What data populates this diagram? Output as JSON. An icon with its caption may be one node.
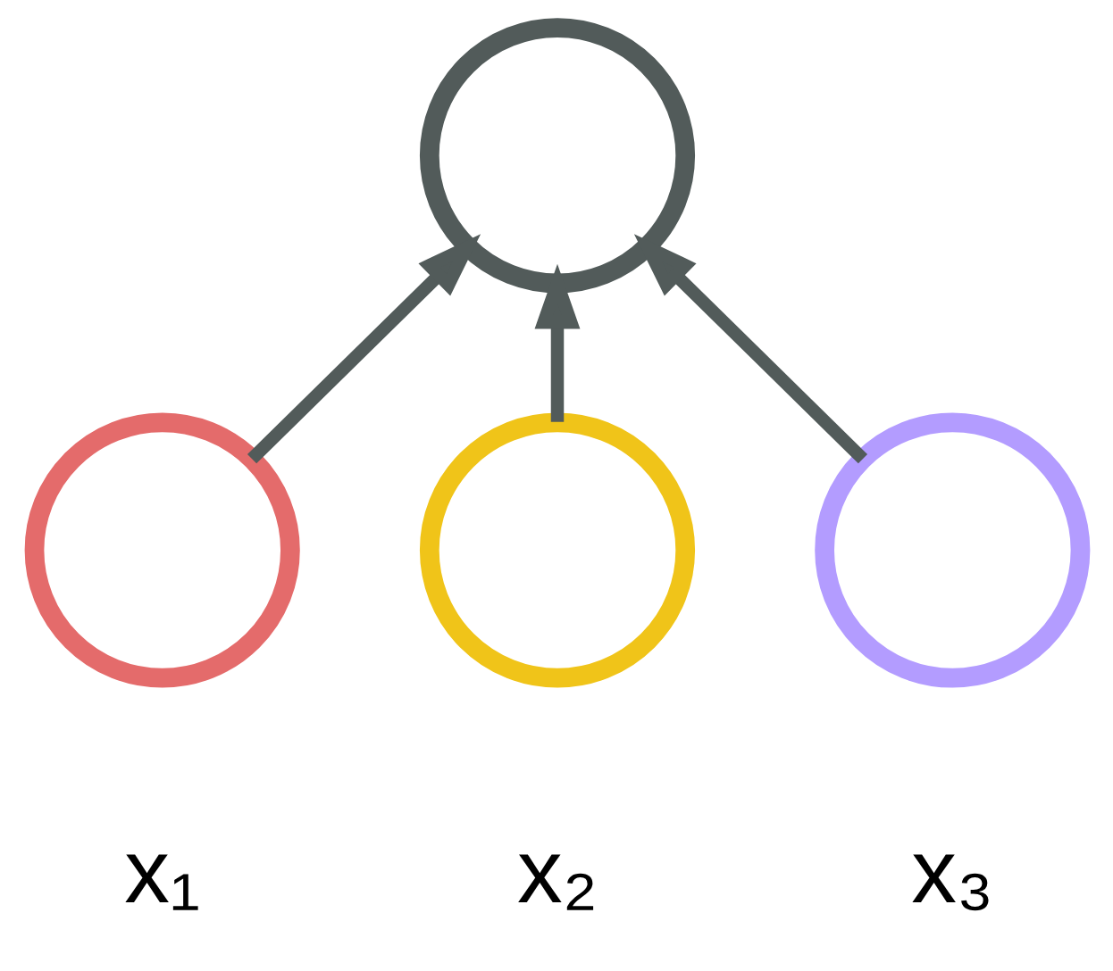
{
  "diagram": {
    "nodes": [
      {
        "text": [],
        "shape": "circle"
      },
      {
        "text": [],
        "shape": "circle",
        "beside": [
          "x₁"
        ]
      },
      {
        "text": [],
        "shape": "circle",
        "beside": [
          "x₂"
        ]
      },
      {
        "text": [],
        "shape": "circle",
        "beside": [
          "x₃"
        ]
      }
    ],
    "edges": [
      {
        "from": 1,
        "to": 0,
        "arrow": "to"
      },
      {
        "from": 2,
        "to": 0,
        "arrow": "to"
      },
      {
        "from": 3,
        "to": 0,
        "arrow": "to"
      }
    ]
  }
}
